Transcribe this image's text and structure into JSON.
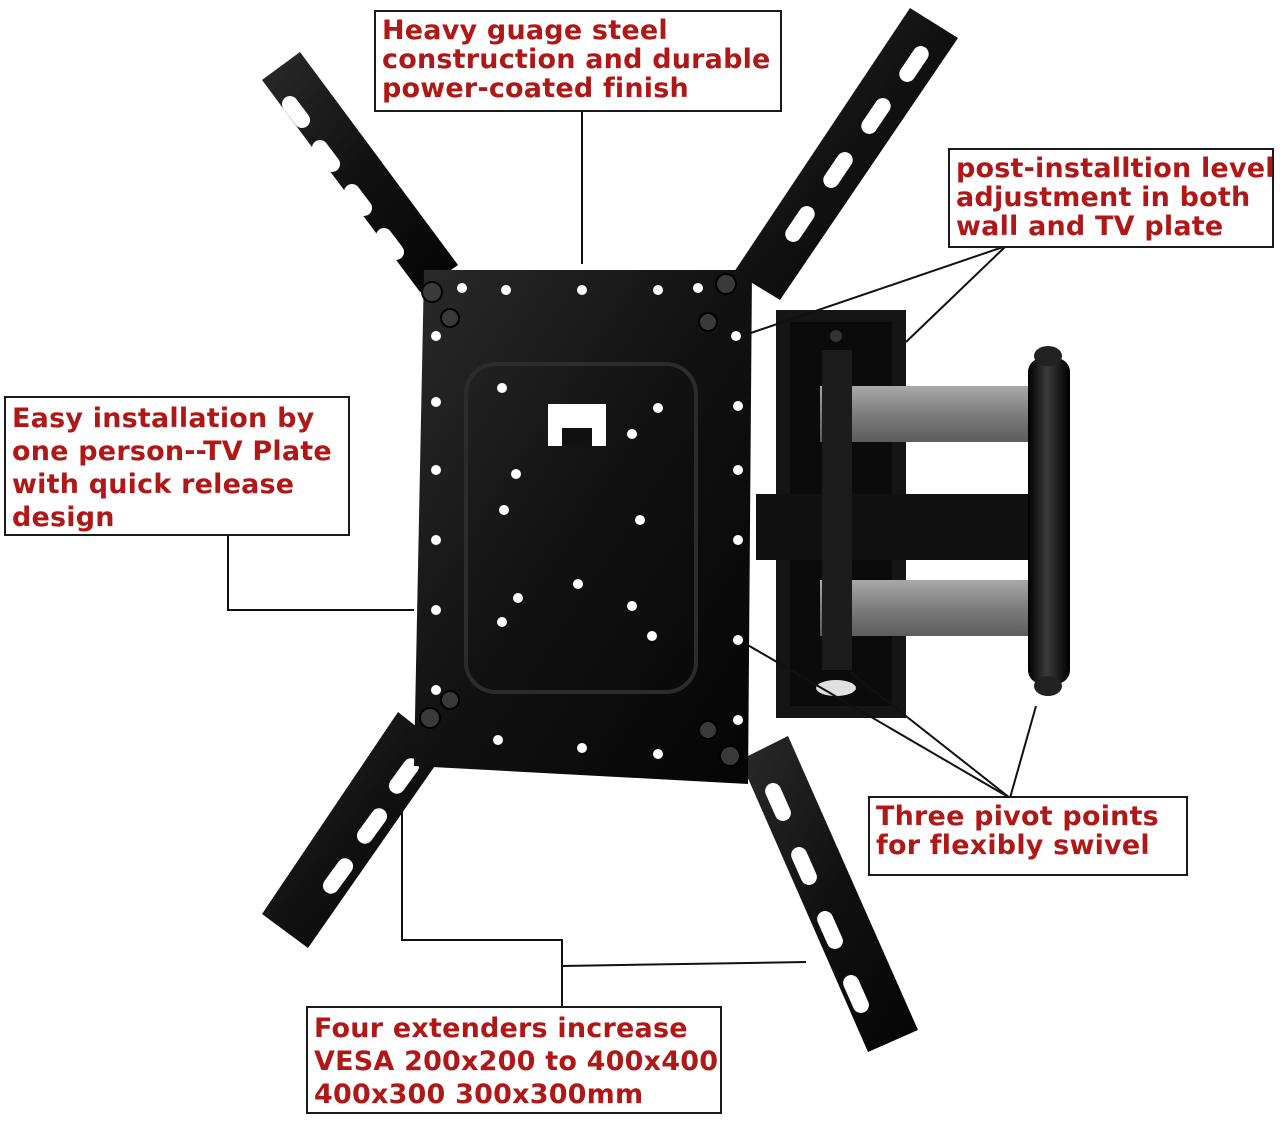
{
  "colors": {
    "callout_text": "#b01717",
    "callout_border": "#1a1a1a",
    "mount_metal": "#141414",
    "arm_gray": "#8a8a8a"
  },
  "callouts": {
    "steel": [
      "Heavy guage steel",
      "construction and durable",
      "power-coated finish"
    ],
    "level": [
      "post-installtion level",
      "adjustment in both",
      "wall and TV plate"
    ],
    "install": [
      "Easy installation by",
      "one person--TV Plate",
      "with quick release",
      "design"
    ],
    "pivot": [
      "Three pivot points",
      "for flexibly swivel"
    ],
    "extenders": [
      "Four extenders increase",
      "VESA 200x200 to 400x400",
      "400x300 300x300mm"
    ]
  }
}
